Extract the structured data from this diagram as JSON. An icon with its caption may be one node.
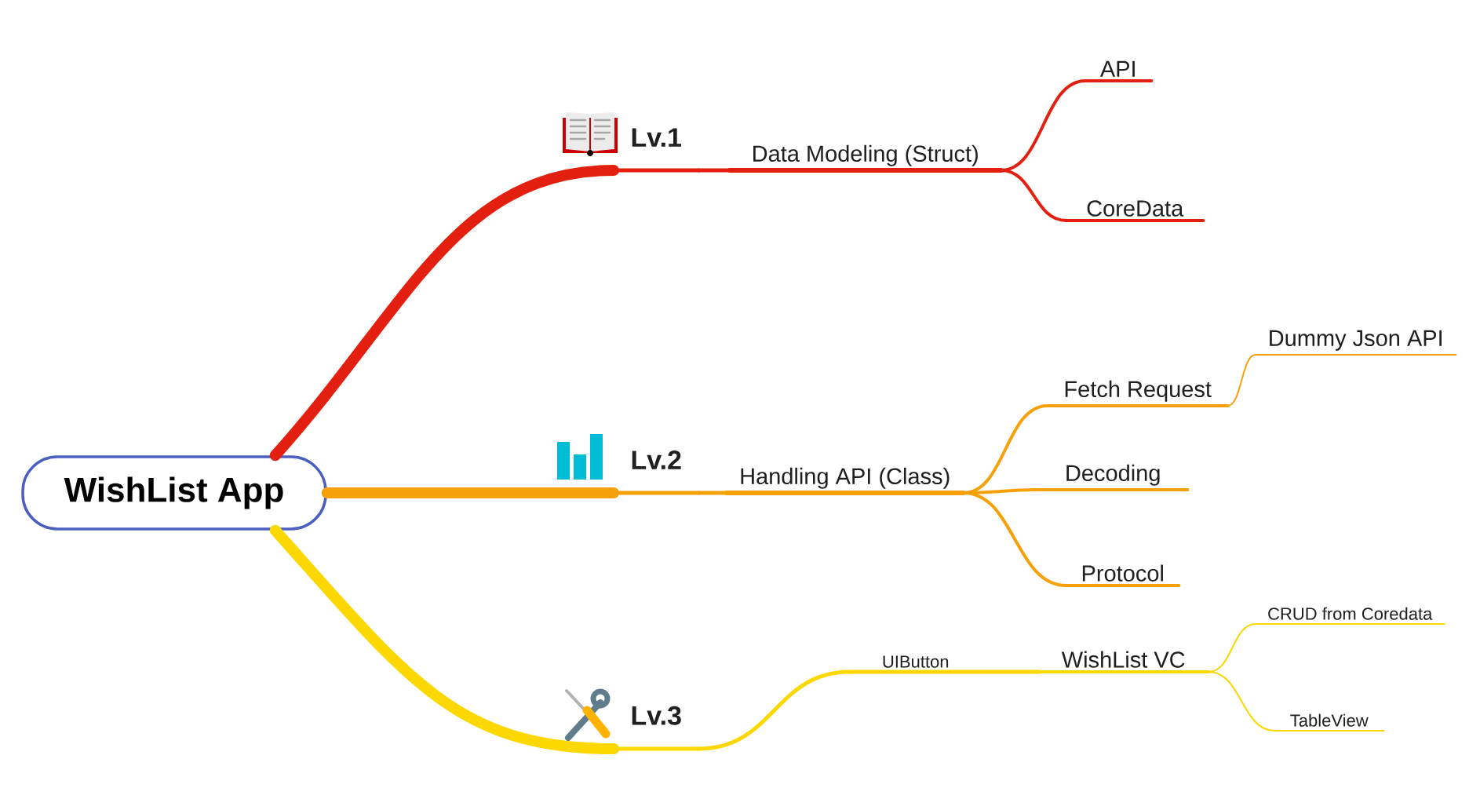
{
  "diagram": {
    "nodes": [
      {
        "text": [
          "WishList App"
        ]
      },
      {
        "text": [
          "Lv.1"
        ]
      },
      {
        "text": [
          "Data Modeling (Struct)"
        ]
      },
      {
        "text": [
          "API"
        ]
      },
      {
        "text": [
          "CoreData"
        ]
      },
      {
        "text": [
          "Lv.2"
        ]
      },
      {
        "text": [
          "Handling API (Class)"
        ]
      },
      {
        "text": [
          "Fetch Request"
        ]
      },
      {
        "text": [
          "Dummy Json API"
        ]
      },
      {
        "text": [
          "Decoding"
        ]
      },
      {
        "text": [
          "Protocol"
        ]
      },
      {
        "text": [
          "Lv.3"
        ]
      },
      {
        "text": [
          "UIButton"
        ]
      },
      {
        "text": [
          "WishList VC"
        ]
      },
      {
        "text": [
          "CRUD from Coredata"
        ]
      },
      {
        "text": [
          "TableView"
        ]
      }
    ],
    "edges": [
      {
        "from": 0,
        "to": 1,
        "arrow": "none",
        "style": "thick",
        "color": "#e3200f"
      },
      {
        "from": 1,
        "to": 2,
        "arrow": "none",
        "color": "#e3200f"
      },
      {
        "from": 2,
        "to": 3,
        "arrow": "none",
        "color": "#e3200f"
      },
      {
        "from": 2,
        "to": 4,
        "arrow": "none",
        "color": "#e3200f"
      },
      {
        "from": 0,
        "to": 5,
        "arrow": "none",
        "style": "thick",
        "color": "#f7a10a"
      },
      {
        "from": 5,
        "to": 6,
        "arrow": "none",
        "color": "#f7a10a"
      },
      {
        "from": 6,
        "to": 7,
        "arrow": "none",
        "color": "#f7a10a"
      },
      {
        "from": 7,
        "to": 8,
        "arrow": "none",
        "color": "#f7a10a"
      },
      {
        "from": 6,
        "to": 9,
        "arrow": "none",
        "color": "#f7a10a"
      },
      {
        "from": 6,
        "to": 10,
        "arrow": "none",
        "color": "#f7a10a"
      },
      {
        "from": 0,
        "to": 11,
        "arrow": "none",
        "style": "thick",
        "color": "#fcd700"
      },
      {
        "from": 11,
        "to": 12,
        "arrow": "none",
        "color": "#fcd700"
      },
      {
        "from": 12,
        "to": 13,
        "arrow": "none",
        "color": "#fcd700"
      },
      {
        "from": 13,
        "to": 14,
        "arrow": "none",
        "color": "#fcd700"
      },
      {
        "from": 13,
        "to": 15,
        "arrow": "none",
        "color": "#fcd700"
      }
    ]
  }
}
